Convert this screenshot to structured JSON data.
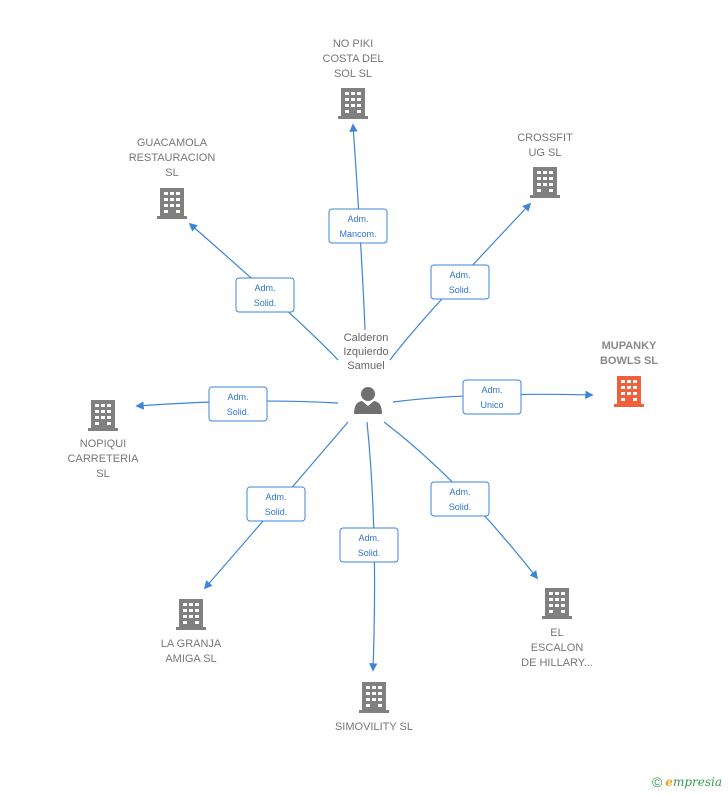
{
  "colors": {
    "edge": "#3d85d6",
    "building": "#808080",
    "building_focus": "#f0603a",
    "person": "#707070",
    "footer": "#3a9a56"
  },
  "center": {
    "name_lines": [
      "Calderon",
      "Izquierdo",
      "Samuel"
    ],
    "icon": "person-icon"
  },
  "companies": [
    {
      "id": "no-piki",
      "label_lines": [
        "NO PIKI",
        "COSTA DEL",
        "SOL  SL"
      ],
      "role_lines": [
        "Adm.",
        "Mancom."
      ],
      "focus": false
    },
    {
      "id": "crossfit",
      "label_lines": [
        "CROSSFIT",
        "UG  SL"
      ],
      "role_lines": [
        "Adm.",
        "Solid."
      ],
      "focus": false
    },
    {
      "id": "guacamola",
      "label_lines": [
        "GUACAMOLA",
        "RESTAURACION",
        "SL"
      ],
      "role_lines": [
        "Adm.",
        "Solid."
      ],
      "focus": false
    },
    {
      "id": "mupanky",
      "label_lines": [
        "MUPANKY",
        "BOWLS  SL"
      ],
      "role_lines": [
        "Adm.",
        "Unico"
      ],
      "focus": true
    },
    {
      "id": "nopiqui",
      "label_lines": [
        "NOPIQUI",
        "CARRETERIA",
        "SL"
      ],
      "role_lines": [
        "Adm.",
        "Solid."
      ],
      "focus": false
    },
    {
      "id": "la-granja",
      "label_lines": [
        "LA GRANJA",
        "AMIGA  SL"
      ],
      "role_lines": [
        "Adm.",
        "Solid."
      ],
      "focus": false
    },
    {
      "id": "simovility",
      "label_lines": [
        "SIMOVILITY  SL"
      ],
      "role_lines": [
        "Adm.",
        "Solid."
      ],
      "focus": false
    },
    {
      "id": "el-escalon",
      "label_lines": [
        "EL",
        "ESCALON",
        "DE HILLARY..."
      ],
      "role_lines": [
        "Adm.",
        "Solid."
      ],
      "focus": false
    }
  ],
  "footer": {
    "copyright_symbol": "©",
    "brand_initial": "e",
    "brand_rest": "mpresia"
  }
}
